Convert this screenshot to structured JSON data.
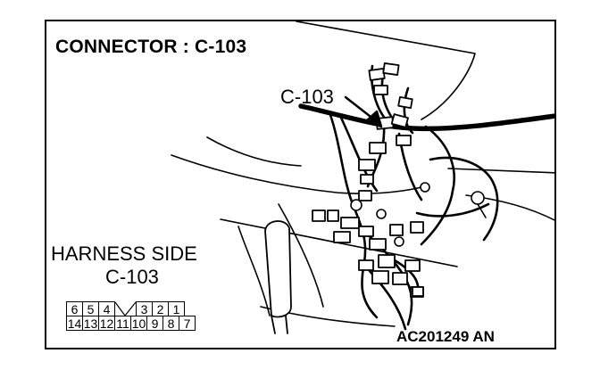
{
  "diagram": {
    "title": "CONNECTOR : C-103",
    "callout_label": "C-103",
    "harness_label": {
      "line1": "HARNESS SIDE",
      "line2": "C-103"
    },
    "pinout": {
      "top_row": [
        "6",
        "5",
        "4",
        "",
        "3",
        "2",
        "1"
      ],
      "bottom_row": [
        "14",
        "13",
        "12",
        "11",
        "10",
        "9",
        "8",
        "7"
      ]
    },
    "figure_code": "AC201249 AN",
    "colors": {
      "ink": "#000000",
      "paper": "#ffffff"
    }
  }
}
